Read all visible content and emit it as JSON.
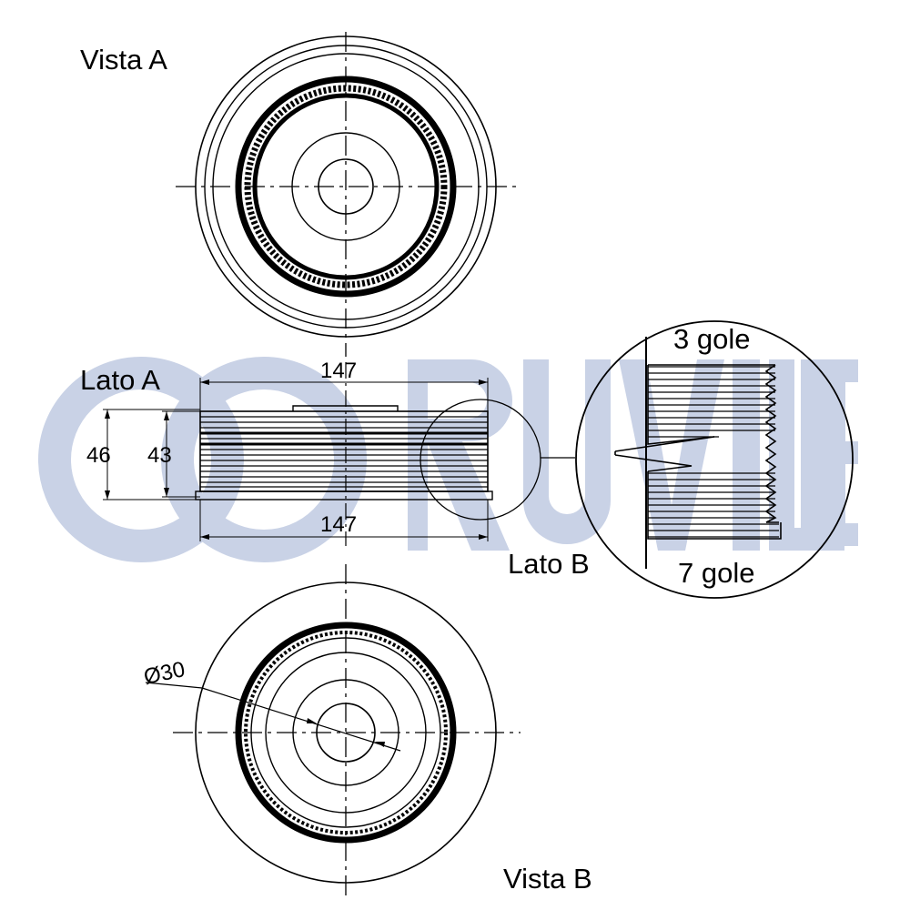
{
  "labels": {
    "view_a": "Vista A",
    "view_b": "Vista B",
    "side_a": "Lato A",
    "side_b": "Lato B",
    "grooves_top": "3 gole",
    "grooves_bottom": "7 gole"
  },
  "dimensions": {
    "width_top": "147",
    "width_bottom": "147",
    "height_outer": "46",
    "height_inner": "43",
    "bore_diameter": "Ø30"
  },
  "watermark": {
    "text": "RUVILLE",
    "color": "#c9d2e6"
  },
  "colors": {
    "line": "#000000",
    "background": "#ffffff"
  }
}
